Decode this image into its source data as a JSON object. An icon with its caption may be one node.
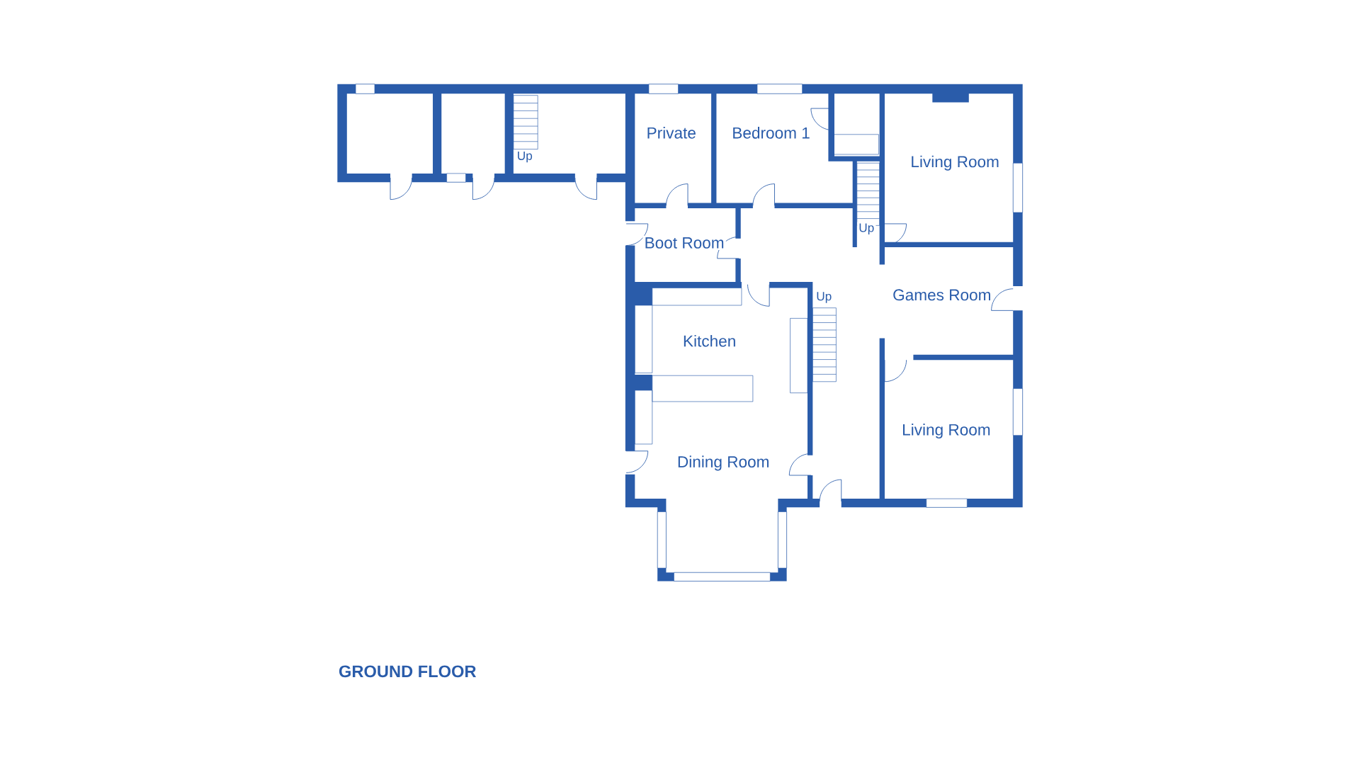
{
  "diagram": {
    "title": "GROUND FLOOR",
    "labels": [
      "Private",
      "Bedroom 1",
      "Up",
      "Living Room",
      "Up",
      "Boot Room",
      "Games Room",
      "Up",
      "Kitchen",
      "Living Room",
      "Dining Room"
    ]
  }
}
